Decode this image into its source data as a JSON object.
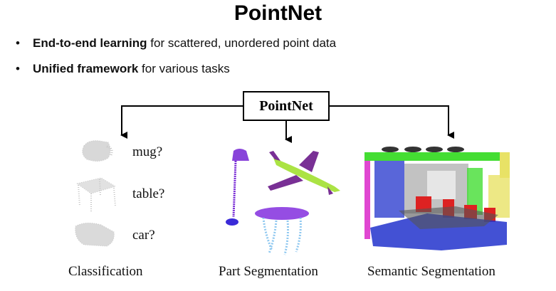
{
  "title": "PointNet",
  "bullets": [
    {
      "bold": "End-to-end learning",
      "rest": " for scattered, unordered point data"
    },
    {
      "bold": "Unified framework",
      "rest": " for various tasks"
    }
  ],
  "diagram": {
    "center_box": "PointNet",
    "classification": {
      "caption": "Classification",
      "items": [
        "mug?",
        "table?",
        "car?"
      ]
    },
    "part_segmentation": {
      "caption": "Part Segmentation"
    },
    "semantic_segmentation": {
      "caption": "Semantic Segmentation"
    }
  },
  "colors": {
    "lamp_purple": "#7b2fd6",
    "lamp_blue": "#3a2ad8",
    "plane_green": "#a6e23a",
    "plane_purple": "#6a1a8a",
    "table_purple": "#8a3ae0",
    "table_blue": "#8fc8f0",
    "room_green": "#44dd33",
    "room_yellow": "#e8e266",
    "room_blue": "#2233cc",
    "room_red": "#dd2222",
    "room_pink": "#dd33cc",
    "room_gray": "#9a9a9a"
  }
}
